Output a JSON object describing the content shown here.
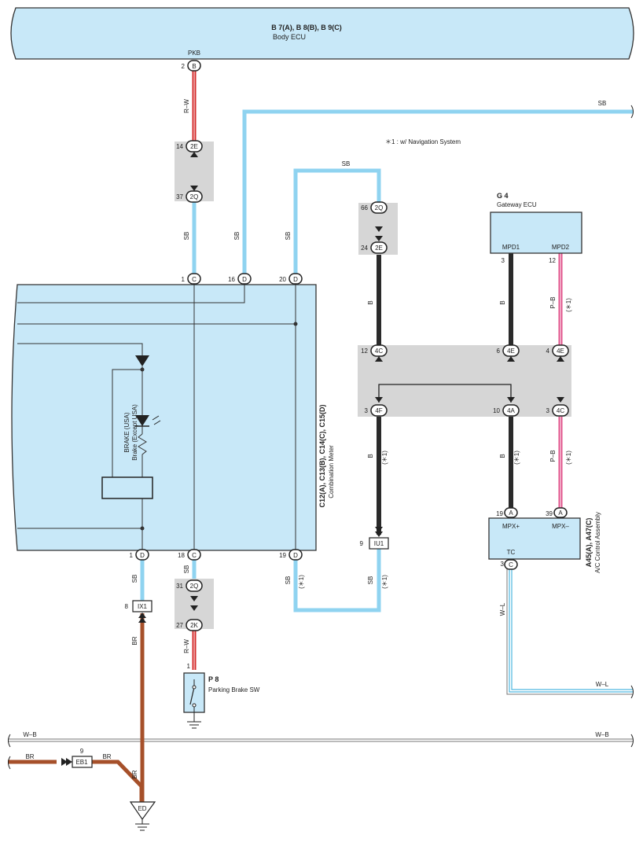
{
  "body_ecu": {
    "code": "B 7(A), B 8(B), B 9(C)",
    "name": "Body ECU",
    "pin_name": "PKB",
    "pin_num": "2",
    "pin_letter": "B"
  },
  "note": "＊1 : w/ Navigation System",
  "colors": {
    "sb": "#8fd3f0",
    "red": "#d42b2b",
    "black": "#2a2a2a",
    "brown": "#a6502a",
    "pink": "#e0508a",
    "panel": "#c8e8f8",
    "gray": "#d6d6d6"
  },
  "wires": {
    "sb": "SB",
    "rw": "R–W",
    "b": "B",
    "pb": "P–B",
    "wl": "W–L",
    "wb": "W–B",
    "br": "BR",
    "star1": "(＊1)"
  },
  "connectors": {
    "c2e": {
      "num": "14",
      "label": "2E"
    },
    "c2q_a": {
      "num": "37",
      "label": "2Q"
    },
    "c2q_b": {
      "num": "66",
      "label": "2Q"
    },
    "c2e_b": {
      "num": "24",
      "label": "2E"
    },
    "c4c_top": {
      "num": "12",
      "label": "4C"
    },
    "c4e_top": {
      "num": "6",
      "label": "4E"
    },
    "c4e_r": {
      "num": "4",
      "label": "4E"
    },
    "c4f": {
      "num": "3",
      "label": "4F"
    },
    "c4a": {
      "num": "10",
      "label": "4A"
    },
    "c4c_r": {
      "num": "3",
      "label": "4C"
    },
    "iu1": {
      "num": "9",
      "label": "IU1"
    },
    "c2q_c": {
      "num": "31",
      "label": "2Q"
    },
    "c2k": {
      "num": "27",
      "label": "2K"
    },
    "ix1": {
      "num": "8",
      "label": "IX1"
    },
    "eb1": {
      "num": "9",
      "label": "EB1"
    },
    "ed": {
      "label": "ED"
    }
  },
  "meter": {
    "code": "C12(A), C13(B), C14(C), C15(D)",
    "name": "Combination Meter",
    "lamp1": "BRAKE (USA)",
    "lamp2": "Brake (Except USA)",
    "pins_top": [
      {
        "num": "1",
        "letter": "C"
      },
      {
        "num": "16",
        "letter": "D"
      },
      {
        "num": "20",
        "letter": "D"
      }
    ],
    "pins_bottom": [
      {
        "num": "1",
        "letter": "D"
      },
      {
        "num": "18",
        "letter": "C"
      },
      {
        "num": "19",
        "letter": "D"
      }
    ]
  },
  "gateway": {
    "code": "G 4",
    "name": "Gateway ECU",
    "pin1": "MPD1",
    "pin2": "MPD2",
    "pin1_num": "3",
    "pin2_num": "12"
  },
  "ac": {
    "code": "A45(A), A47(C)",
    "name": "A/C Control Assembly",
    "pin1": "MPX+",
    "pin2": "MPX–",
    "pin1_num": "19",
    "pin2_num": "39",
    "pin_letter": "A",
    "tc": "TC",
    "tc_num": "3",
    "tc_letter": "C"
  },
  "parking": {
    "code": "P 8",
    "name": "Parking Brake SW",
    "pin_num": "1"
  }
}
